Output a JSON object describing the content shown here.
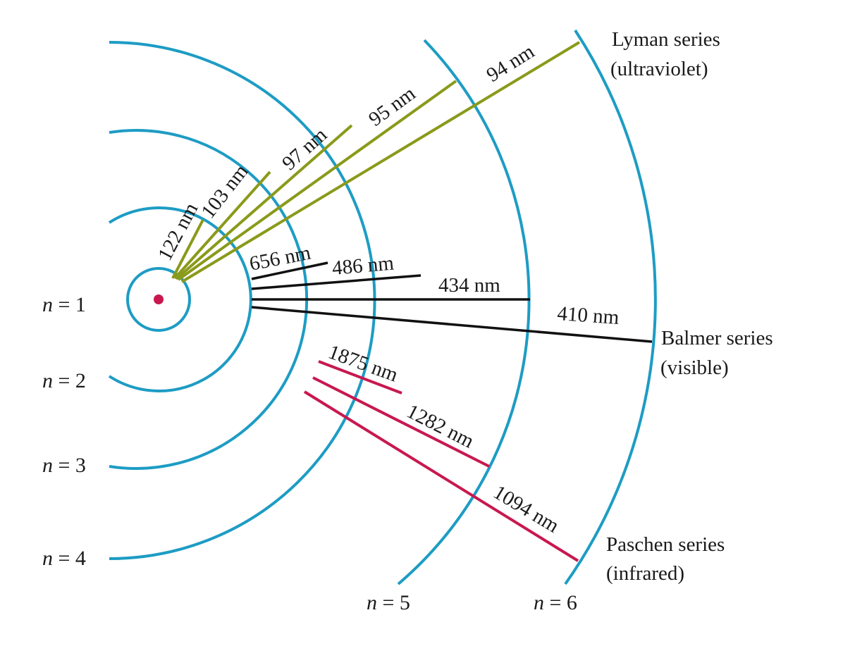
{
  "orbits": [
    {
      "label_n": "n",
      "label_rest": " = 1"
    },
    {
      "label_n": "n",
      "label_rest": " = 2"
    },
    {
      "label_n": "n",
      "label_rest": " = 3"
    },
    {
      "label_n": "n",
      "label_rest": " = 4"
    },
    {
      "label_n": "n",
      "label_rest": " = 5"
    },
    {
      "label_n": "n",
      "label_rest": " = 6"
    }
  ],
  "series": {
    "lyman": {
      "name": "Lyman series",
      "region": "(ultraviolet)",
      "color": "#8a9a1a",
      "lines": [
        "122 nm",
        "103 nm",
        "97 nm",
        "95 nm",
        "94 nm"
      ]
    },
    "balmer": {
      "name": "Balmer series",
      "region": "(visible)",
      "color": "#111111",
      "lines": [
        "656 nm",
        "486 nm",
        "434 nm",
        "410 nm"
      ]
    },
    "paschen": {
      "name": "Paschen series",
      "region": "(infrared)",
      "color": "#c8184f",
      "lines": [
        "1875 nm",
        "1282 nm",
        "1094 nm"
      ]
    }
  },
  "colors": {
    "orbit": "#1d9cc4",
    "nucleus": "#c8184f"
  }
}
